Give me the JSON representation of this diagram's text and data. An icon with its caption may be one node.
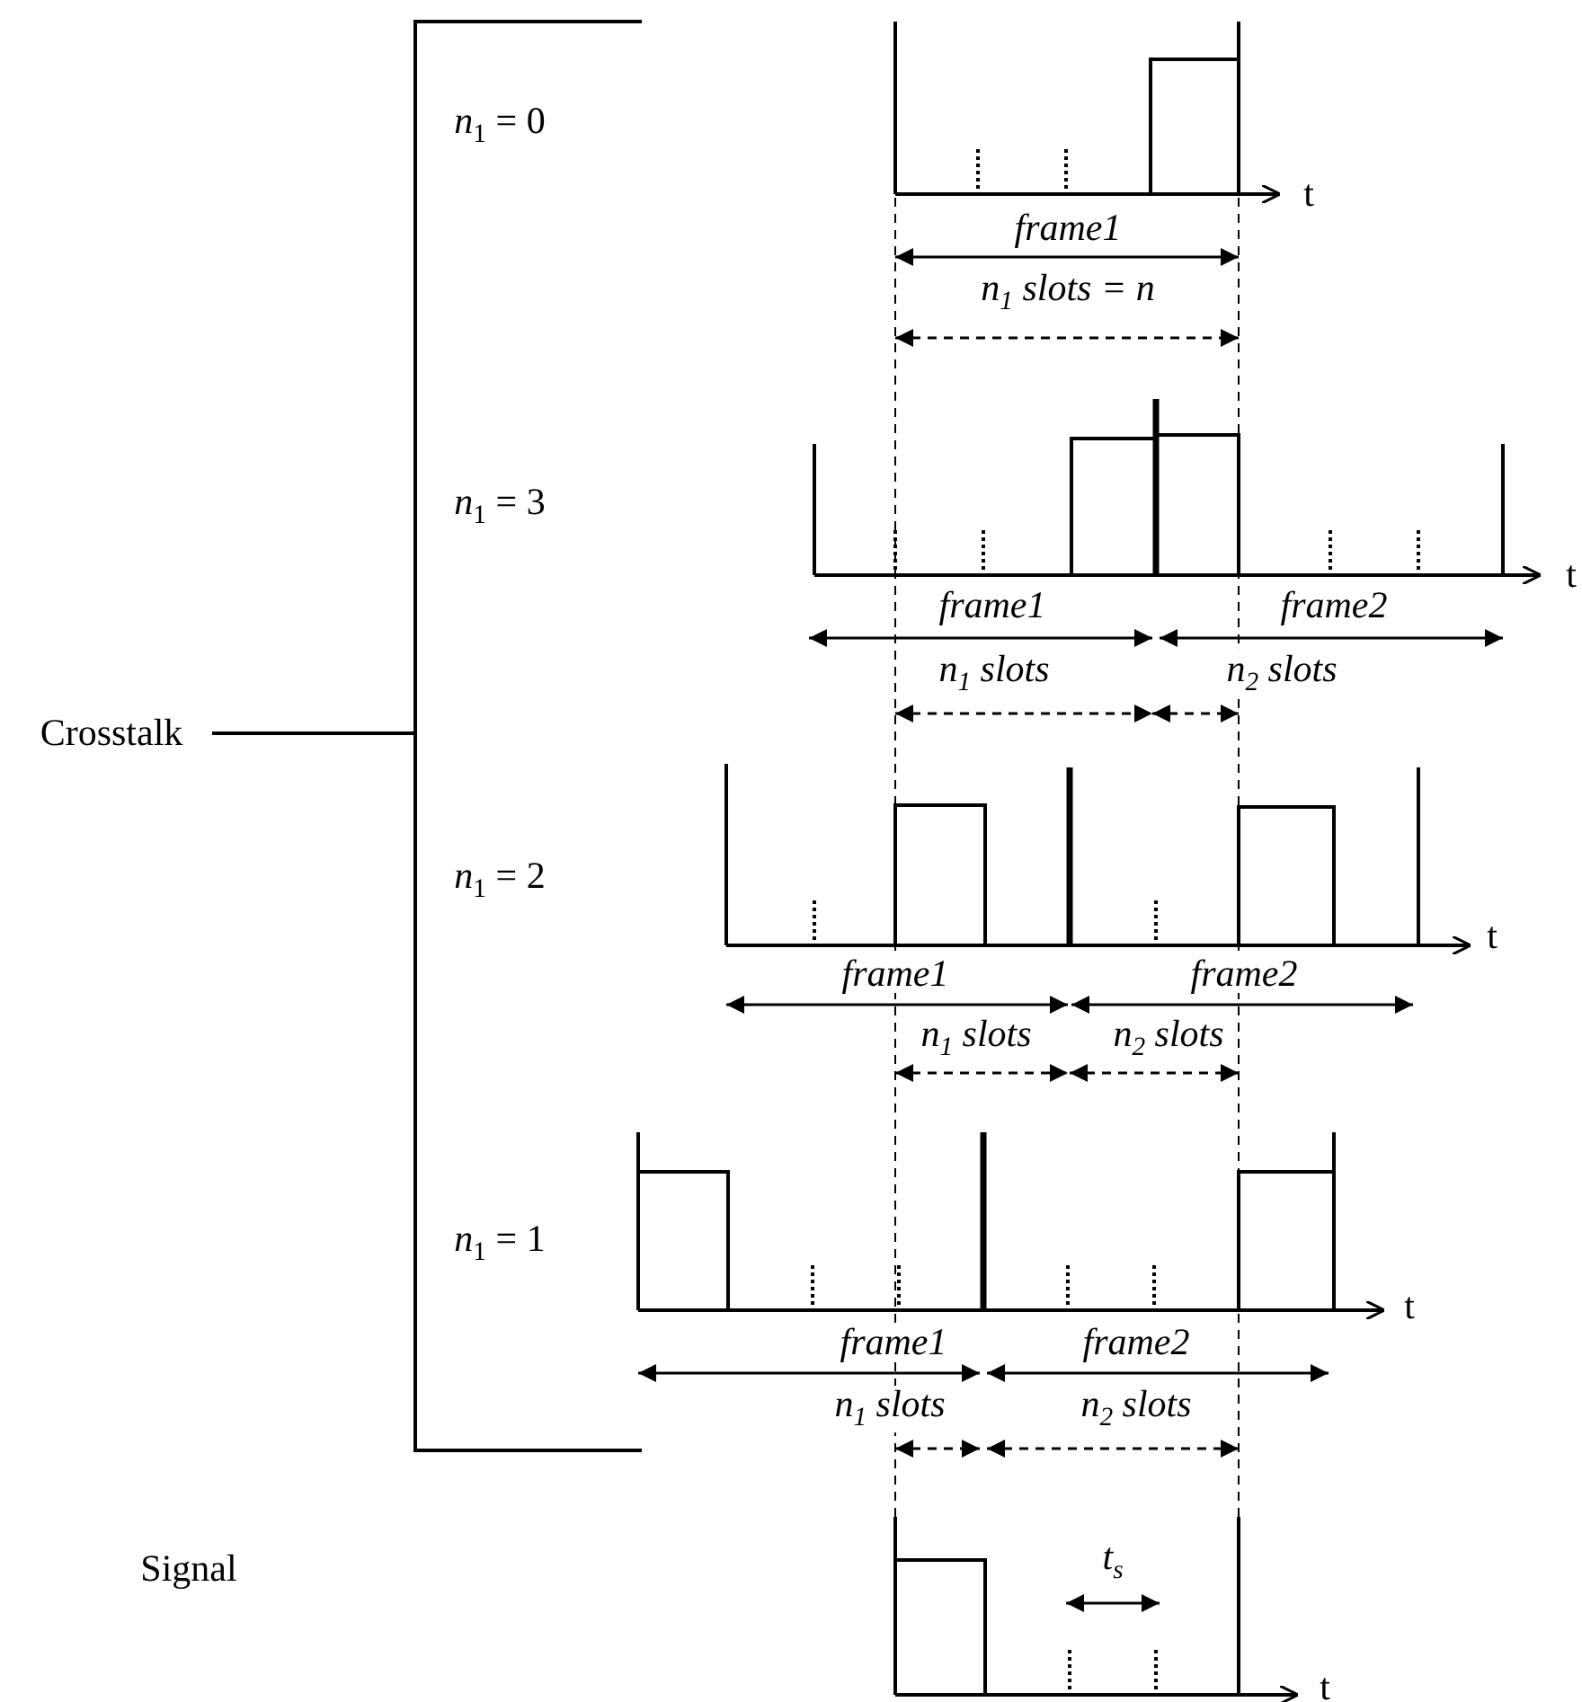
{
  "diagram": {
    "labels": [
      "*n*$_{1}$ = 0",
      "t",
      "frame1",
      "n$_{1}$ slots = n",
      "*n*$_{1}$ = 3",
      "t",
      "frame1",
      "frame2",
      "n$_{1}$ slots",
      "n$_{2}$ slots",
      "Crosstalk",
      "*n*$_{1}$ = 2",
      "t",
      "frame1",
      "frame2",
      "n$_{1}$ slots",
      "n$_{2}$ slots",
      "*n*$_{1}$ = 1",
      "t",
      "frame1",
      "frame2",
      "n$_{1}$ slots",
      "n$_{2}$ slots",
      "Signal",
      "t$_{s}$",
      "t"
    ]
  }
}
